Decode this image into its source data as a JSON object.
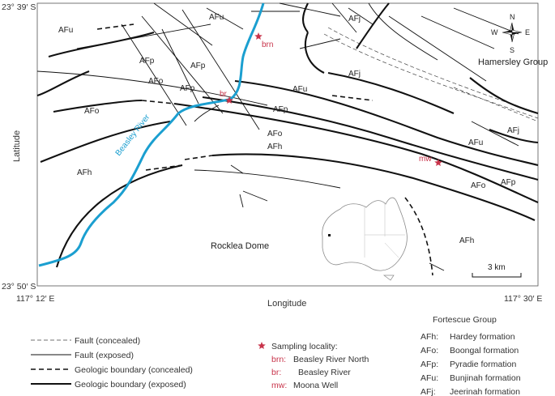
{
  "corners": {
    "top_left": "23° 39′ S",
    "bottom_left": "23° 50′ S",
    "bottom_left_x": "117° 12′ E",
    "bottom_right_x": "117° 30′ E"
  },
  "axes": {
    "ylabel": "Latitude",
    "xlabel": "Longitude"
  },
  "map_labels": {
    "river": "Beasley River",
    "hamersley": "Hamersley Group",
    "rocklea": "Rocklea Dome",
    "scale": "3 km"
  },
  "units": [
    {
      "code": "AFu"
    },
    {
      "code": "AFu"
    },
    {
      "code": "AFj"
    },
    {
      "code": "AFj"
    },
    {
      "code": "AFp"
    },
    {
      "code": "AFp"
    },
    {
      "code": "AFo"
    },
    {
      "code": "AFp"
    },
    {
      "code": "AFo"
    },
    {
      "code": "AFu"
    },
    {
      "code": "AFp"
    },
    {
      "code": "AFj"
    },
    {
      "code": "AFo"
    },
    {
      "code": "AFh"
    },
    {
      "code": "AFu"
    },
    {
      "code": "AFh"
    },
    {
      "code": "AFo"
    },
    {
      "code": "AFp"
    },
    {
      "code": "AFh"
    }
  ],
  "sites": [
    {
      "code": "brn"
    },
    {
      "code": "br"
    },
    {
      "code": "mw"
    }
  ],
  "compass": {
    "n": "N",
    "s": "S",
    "e": "E",
    "w": "W"
  },
  "legend": {
    "lines": [
      {
        "label": "Fault (concealed)",
        "style": "fault-concealed"
      },
      {
        "label": "Fault (exposed)",
        "style": "fault-exposed"
      },
      {
        "label": "Geologic boundary (concealed)",
        "style": "boundary-concealed"
      },
      {
        "label": "Geologic boundary (exposed)",
        "style": "boundary-exposed"
      }
    ],
    "sampling": {
      "title": "Sampling locality:",
      "items": [
        {
          "abbr": "brn:",
          "name": "Beasley River North"
        },
        {
          "abbr": "br:",
          "name": "Beasley River"
        },
        {
          "abbr": "mw:",
          "name": "Moona Well"
        }
      ]
    },
    "formations": {
      "title": "Fortescue Group",
      "items": [
        {
          "abbr": "AFh:",
          "name": "Hardey formation"
        },
        {
          "abbr": "AFo:",
          "name": "Boongal formation"
        },
        {
          "abbr": "AFp:",
          "name": "Pyradie formation"
        },
        {
          "abbr": "AFu:",
          "name": "Bunjinah formation"
        },
        {
          "abbr": "AFj:",
          "name": "Jeerinah formation"
        }
      ]
    }
  },
  "colors": {
    "river": "#1b9fd0",
    "site": "#c8334a",
    "line": "#111111",
    "frame": "#555555"
  }
}
